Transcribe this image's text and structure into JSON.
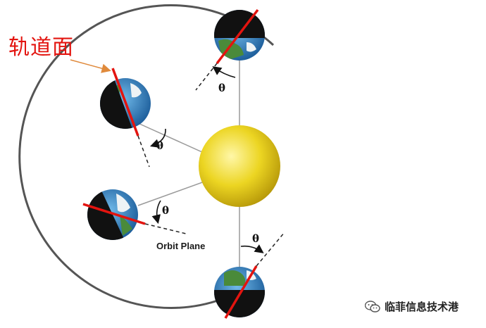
{
  "title": "轨道面",
  "orbit_plane_label": "Orbit Plane",
  "angle_symbol": "θ",
  "watermark": {
    "text": "临菲信息技术港",
    "icon": "wechat-icon"
  },
  "colors": {
    "axis_line": "#e3140f",
    "sun": "#e8d21c",
    "orbit": "#555555",
    "pointer_arrow": "#e08a3c"
  }
}
